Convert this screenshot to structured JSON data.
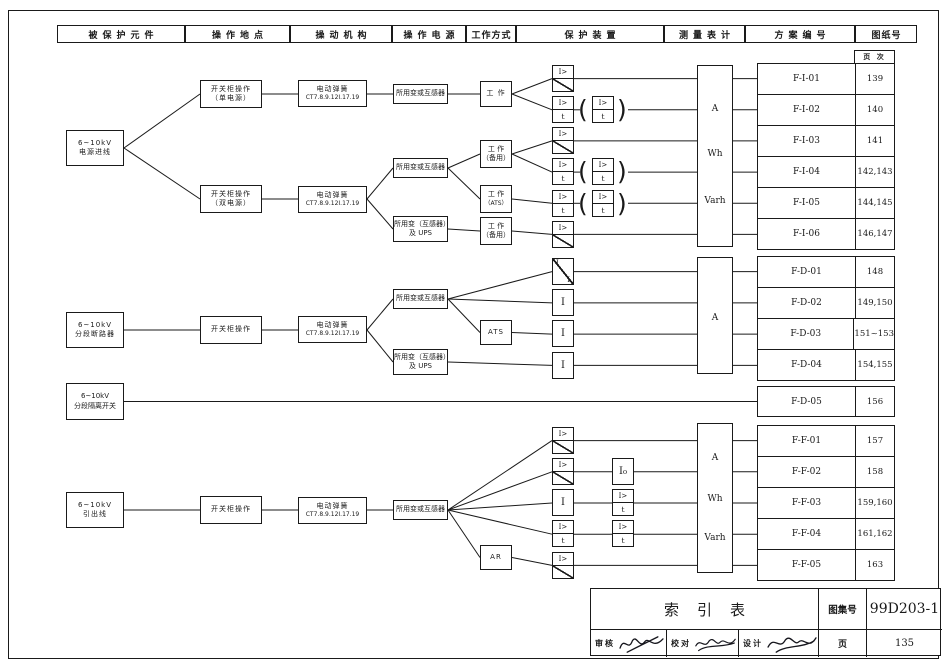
{
  "header": {
    "c1": "被保护元件",
    "c2": "操作地点",
    "c3": "操动机构",
    "c4": "操作电源",
    "c5": "工作方式",
    "c6": "保护装置",
    "c7": "测量表计",
    "c8": "方案编号",
    "c9": "图纸号"
  },
  "page_col_header": "页 次",
  "sources": {
    "incoming": {
      "l1": "6~10kV",
      "l2": "电源进线"
    },
    "section_breaker": {
      "l1": "6~10kV",
      "l2": "分段断路器"
    },
    "section_switch": {
      "l1": "6~10kV",
      "l2": "分段隔离开关"
    },
    "outgoing": {
      "l1": "6~10kV",
      "l2": "引出线"
    }
  },
  "boxes": {
    "cab_single": {
      "l1": "开关柜操作",
      "l2": "（单电源）"
    },
    "cab_dual": {
      "l1": "开关柜操作",
      "l2": "（双电源）"
    },
    "cab": "开关柜操作",
    "spring": {
      "l1": "电动弹簧",
      "l2": "CT7.8.9.12Ⅰ.17.19"
    },
    "aux": "所用变或互感器",
    "aux_ups": {
      "l1": "所用变（互感器）",
      "l2": "及 UPS"
    },
    "work": "工 作",
    "work_standby": {
      "l1": "工 作",
      "l2": "（备用）"
    },
    "work_ats": {
      "l1": "工 作",
      "l2": "（ATS）"
    },
    "ats": "ATS",
    "ar": "AR"
  },
  "relay": {
    "i_gt": "I>",
    "t": "t",
    "i": "I",
    "i0": "I₀"
  },
  "punct": {
    "open": "(",
    "close": ")"
  },
  "meters": {
    "ammeter": "A",
    "wh": "Wh",
    "varh": "Varh"
  },
  "tables": {
    "t1": {
      "rows": [
        {
          "scheme": "F-I-01",
          "page": "139"
        },
        {
          "scheme": "F-I-02",
          "page": "140"
        },
        {
          "scheme": "F-I-03",
          "page": "141"
        },
        {
          "scheme": "F-I-04",
          "page": "142,143"
        },
        {
          "scheme": "F-I-05",
          "page": "144,145"
        },
        {
          "scheme": "F-I-06",
          "page": "146,147"
        }
      ]
    },
    "t2": {
      "rows": [
        {
          "scheme": "F-D-01",
          "page": "148"
        },
        {
          "scheme": "F-D-02",
          "page": "149,150"
        },
        {
          "scheme": "F-D-03",
          "page": "151~153"
        },
        {
          "scheme": "F-D-04",
          "page": "154,155"
        }
      ]
    },
    "t3": {
      "rows": [
        {
          "scheme": "F-D-05",
          "page": "156"
        }
      ]
    },
    "t4": {
      "rows": [
        {
          "scheme": "F-F-01",
          "page": "157"
        },
        {
          "scheme": "F-F-02",
          "page": "158"
        },
        {
          "scheme": "F-F-03",
          "page": "159,160"
        },
        {
          "scheme": "F-F-04",
          "page": "161,162"
        },
        {
          "scheme": "F-F-05",
          "page": "163"
        }
      ]
    }
  },
  "titleblock": {
    "title": "索引表",
    "atlas_label": "图集号",
    "atlas_no": "99D203-1",
    "review_label": "审核",
    "proof_label": "校对",
    "design_label": "设计",
    "page_label": "页",
    "page_no": "135"
  }
}
